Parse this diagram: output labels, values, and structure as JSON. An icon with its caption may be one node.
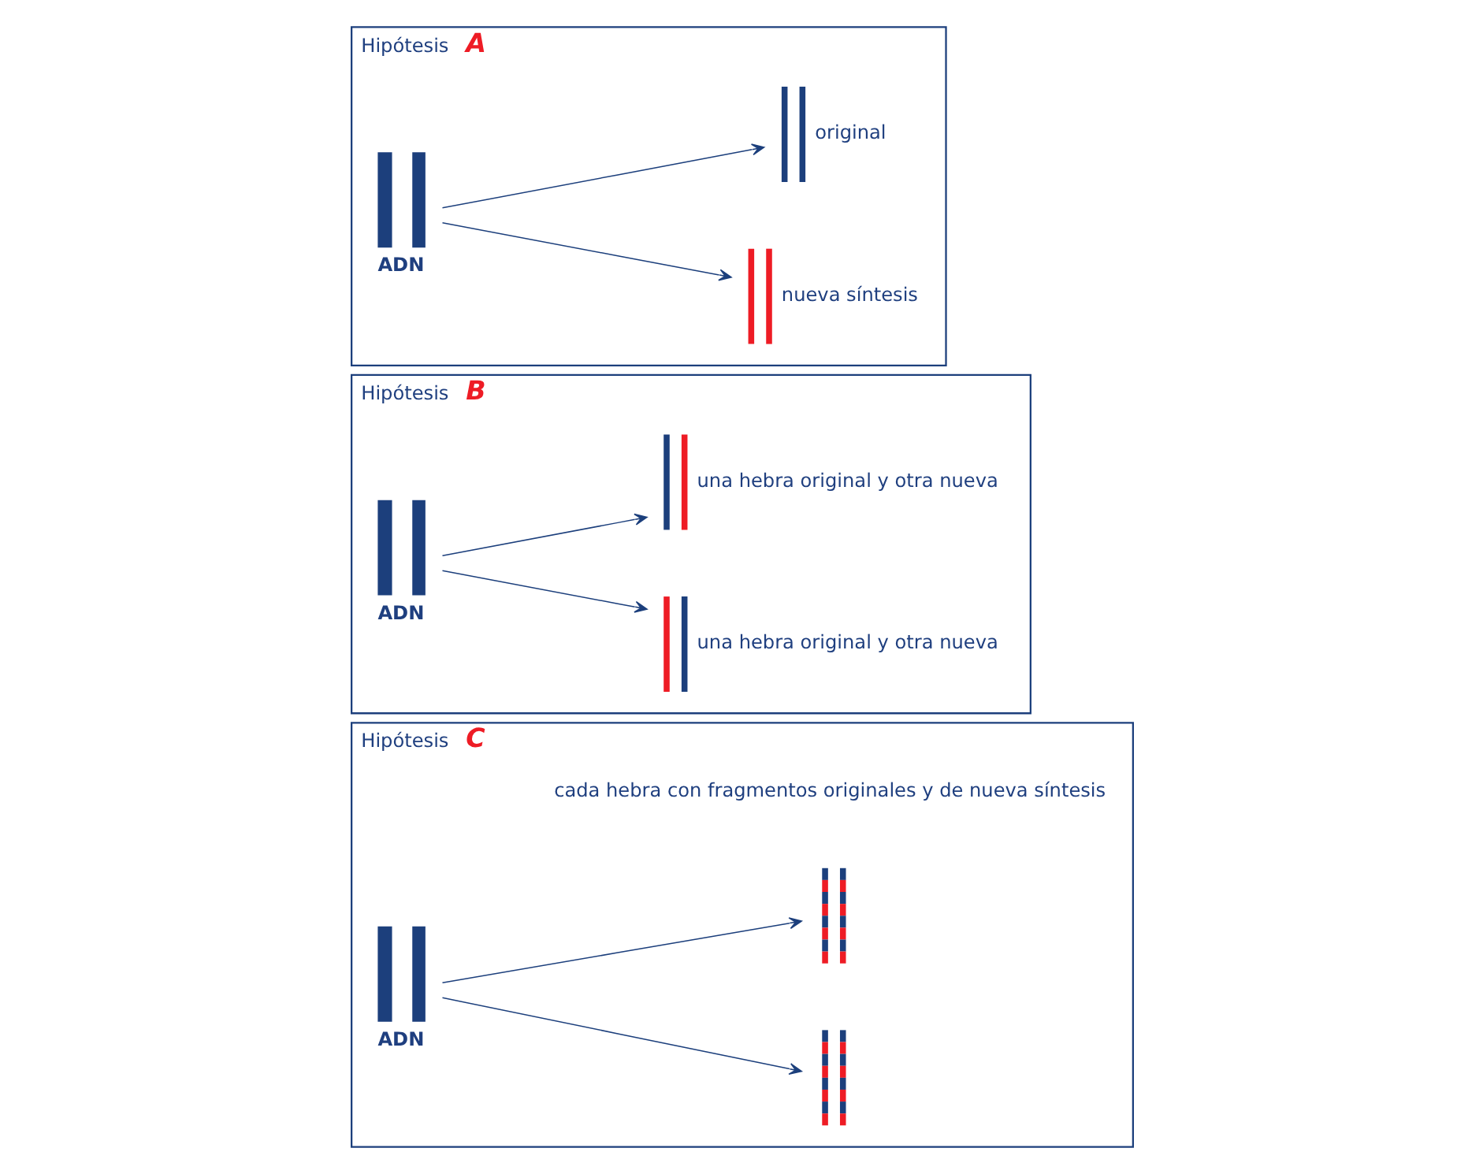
{
  "diagram": {
    "nodes": [
      {
        "text": [
          "Hipótesis",
          "A"
        ]
      },
      {
        "text": [
          "ADN"
        ],
        "in": 0
      },
      {
        "text": [],
        "shape": "bar",
        "in": 0,
        "beside": [
          "original"
        ]
      },
      {
        "text": [],
        "shape": "bar",
        "in": 0,
        "beside": [
          "nueva síntesis"
        ]
      },
      {
        "text": [
          "Hipótesis",
          "B"
        ]
      },
      {
        "text": [
          "ADN"
        ],
        "in": 4
      },
      {
        "text": [],
        "shape": "bar",
        "in": 4,
        "beside": [
          "una hebra original y otra nueva"
        ]
      },
      {
        "text": [],
        "shape": "bar",
        "in": 4,
        "beside": [
          "una hebra original y otra nueva"
        ]
      },
      {
        "text": [
          "Hipótesis",
          "C"
        ]
      },
      {
        "text": [
          "ADN"
        ],
        "in": 8
      },
      {
        "text": [],
        "shape": "bar",
        "in": 8
      },
      {
        "text": [],
        "shape": "bar",
        "in": 8
      }
    ],
    "edges": [
      {
        "from": 1,
        "to": 2,
        "arrow": "to"
      },
      {
        "from": 1,
        "to": 3,
        "arrow": "to"
      },
      {
        "from": 5,
        "to": 6,
        "arrow": "to"
      },
      {
        "from": 5,
        "to": 7,
        "arrow": "to"
      },
      {
        "from": 9,
        "to": 10,
        "arrow": "to"
      },
      {
        "from": 9,
        "to": 11,
        "arrow": "to"
      }
    ],
    "labels": [
      "cada hebra con fragmentos originales y de nueva síntesis"
    ]
  }
}
